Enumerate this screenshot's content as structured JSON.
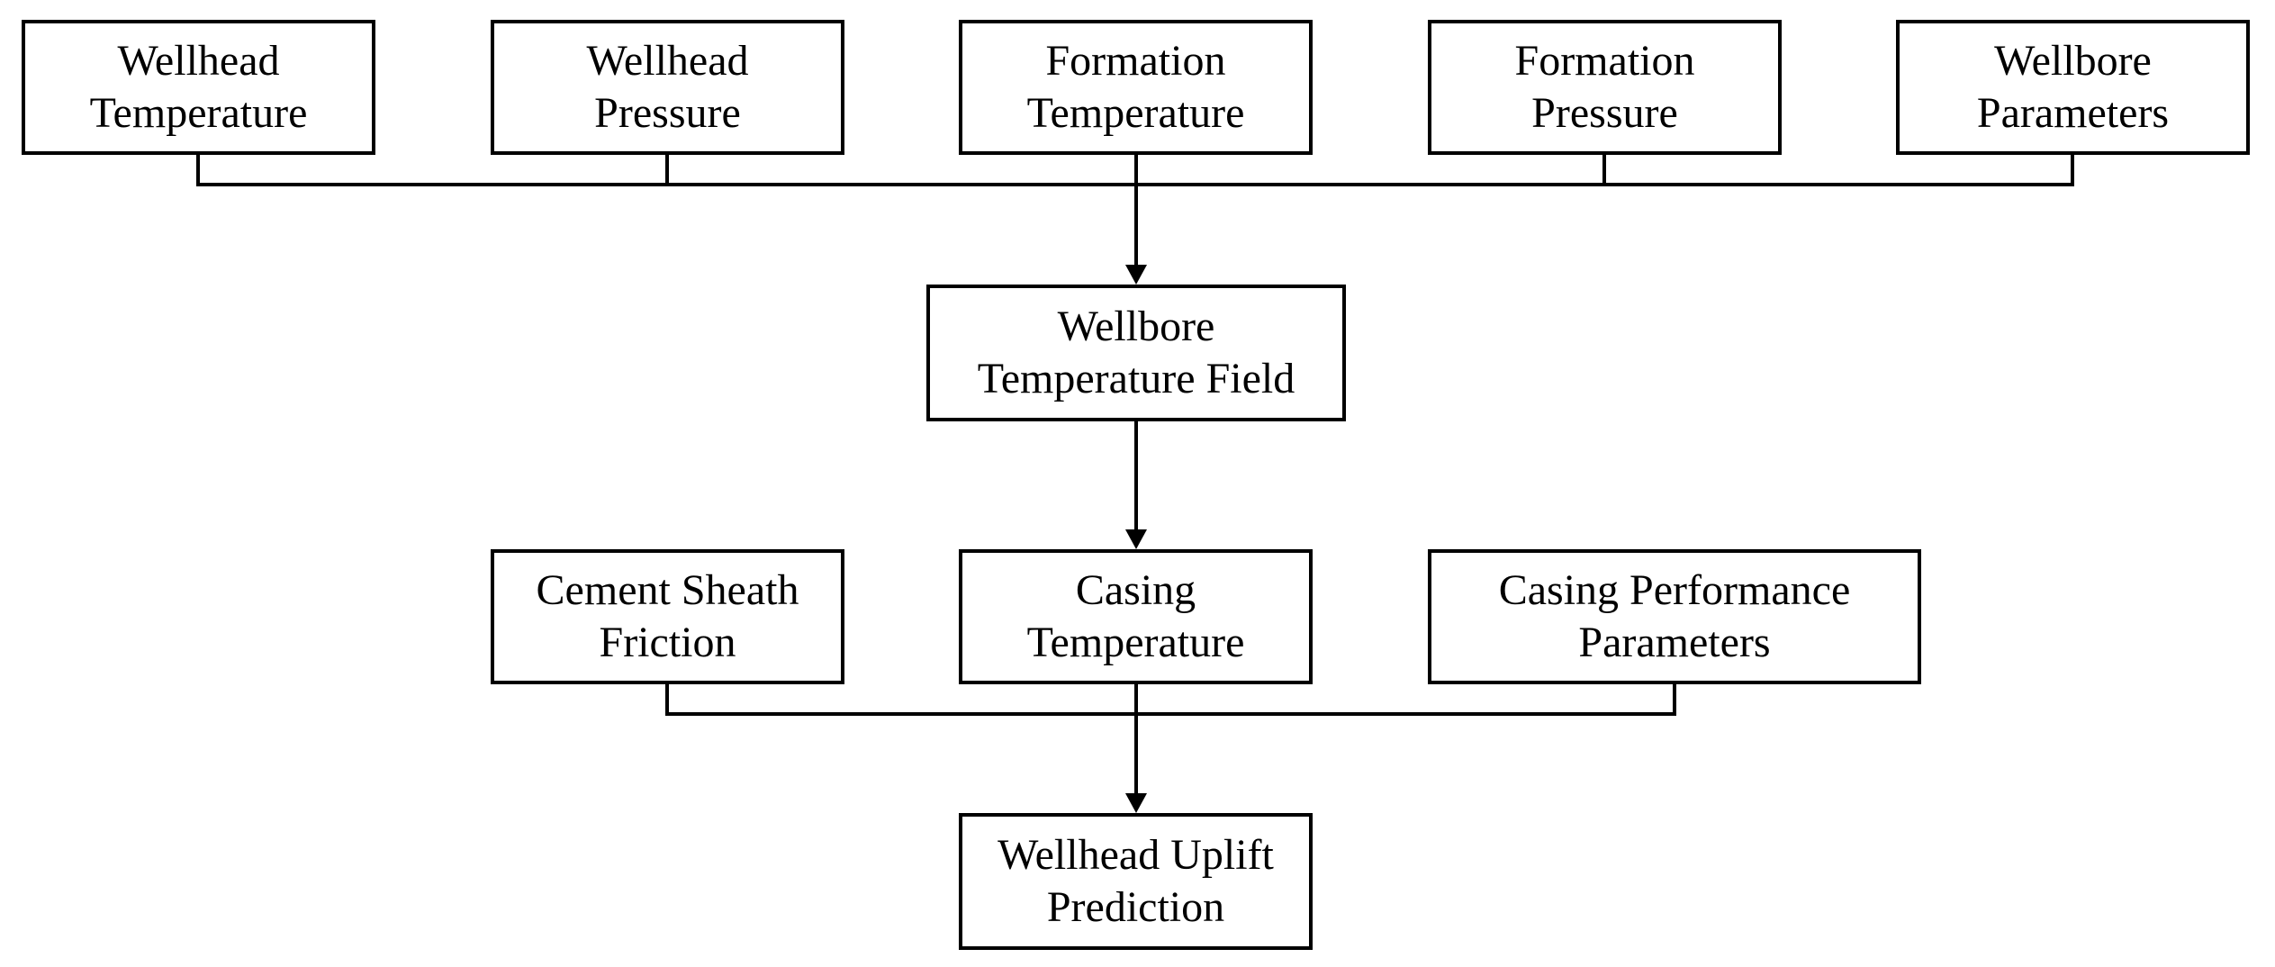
{
  "nodes": {
    "wellhead_temperature": {
      "line1": "Wellhead",
      "line2": "Temperature"
    },
    "wellhead_pressure": {
      "line1": "Wellhead",
      "line2": "Pressure"
    },
    "formation_temperature": {
      "line1": "Formation",
      "line2": "Temperature"
    },
    "formation_pressure": {
      "line1": "Formation",
      "line2": "Pressure"
    },
    "wellbore_parameters": {
      "line1": "Wellbore",
      "line2": "Parameters"
    },
    "wellbore_temperature_field": {
      "line1": "Wellbore",
      "line2": "Temperature Field"
    },
    "cement_sheath_friction": {
      "line1": "Cement Sheath",
      "line2": "Friction"
    },
    "casing_temperature": {
      "line1": "Casing",
      "line2": "Temperature"
    },
    "casing_performance_parameters": {
      "line1": "Casing Performance",
      "line2": "Parameters"
    },
    "wellhead_uplift_prediction": {
      "line1": "Wellhead Uplift",
      "line2": "Prediction"
    }
  },
  "edges": [
    {
      "from": [
        "wellhead_temperature",
        "wellhead_pressure",
        "formation_temperature",
        "formation_pressure",
        "wellbore_parameters"
      ],
      "to": "wellbore_temperature_field"
    },
    {
      "from": [
        "wellbore_temperature_field"
      ],
      "to": "casing_temperature"
    },
    {
      "from": [
        "cement_sheath_friction",
        "casing_temperature",
        "casing_performance_parameters"
      ],
      "to": "wellhead_uplift_prediction"
    }
  ],
  "colors": {
    "stroke": "#000000",
    "background": "#ffffff",
    "text": "#000000"
  }
}
